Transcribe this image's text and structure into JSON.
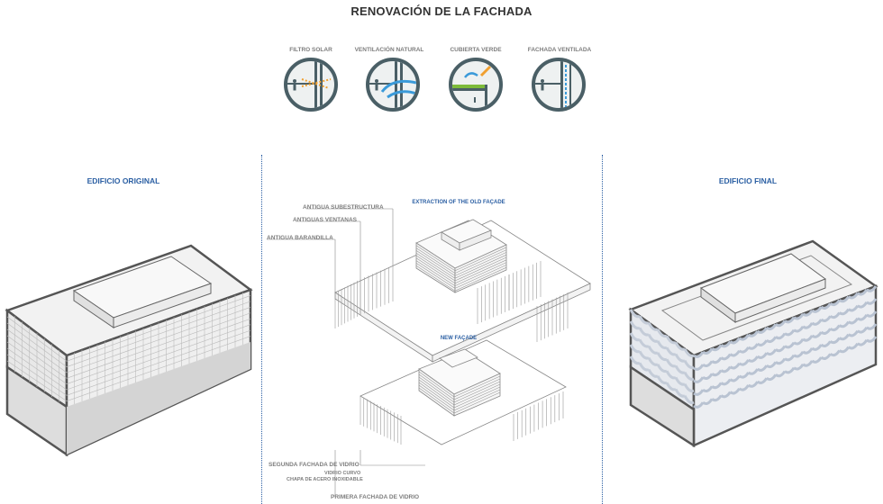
{
  "title": "RENOVACIÓN DE LA FACHADA",
  "icons": [
    {
      "label": "FILTRO SOLAR",
      "icon": "solar-filter-icon"
    },
    {
      "label": "VENTILACIÓN NATURAL",
      "icon": "natural-ventilation-icon"
    },
    {
      "label": "CUBIERTA VERDE",
      "icon": "green-roof-icon"
    },
    {
      "label": "FACHADA VENTILADA",
      "icon": "ventilated-facade-icon"
    }
  ],
  "sections": {
    "original": "EDIFICIO ORIGINAL",
    "final": "EDIFICIO FINAL"
  },
  "center": {
    "extraction": "EXTRACTION OF THE OLD FAÇADE",
    "new_facade": "NEW FAÇADE",
    "callouts_top": [
      "ANTIGUA SUBESTRUCTURA",
      "ANTIGUAS VENTANAS",
      "ANTIGUA BARANDILLA"
    ],
    "callouts_bottom": {
      "segunda": "SEGUNDA FACHADA DE VIDRIO",
      "vidrio_curvo": "VIDRIO CURVO",
      "chapa": "CHAPA DE ACERO INOXIDABLE",
      "primera": "PRIMERA FACHADA DE VIDRIO"
    }
  },
  "colors": {
    "accent_blue": "#2b5fa3",
    "icon_ring": "#4a5f66",
    "sun_orange": "#f0a030",
    "air_blue": "#3a9ad9",
    "green_roof": "#7dbb3a"
  }
}
